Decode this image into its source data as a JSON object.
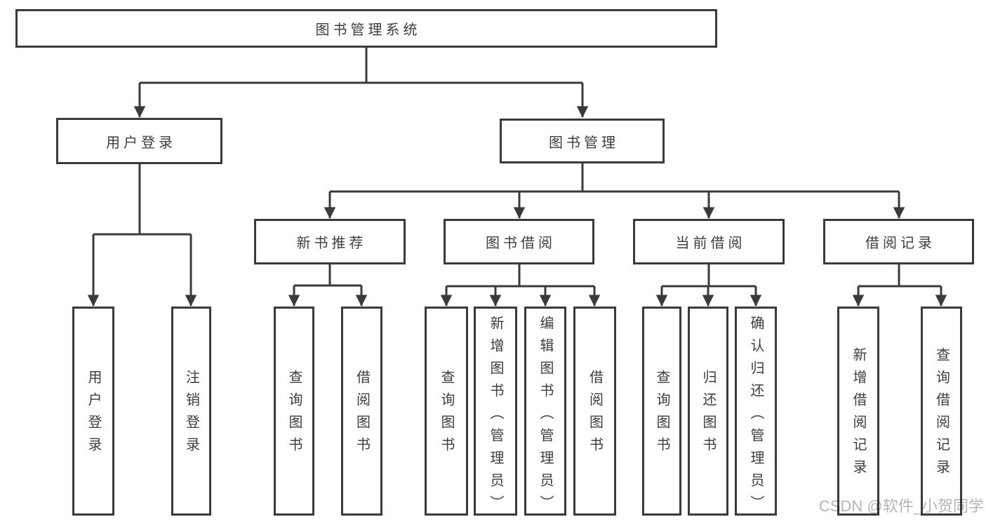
{
  "diagram": {
    "root": {
      "label": "图书管理系统"
    },
    "branches": [
      {
        "label": "用户登录",
        "children": [
          {
            "label": "用户登录"
          },
          {
            "label": "注销登录"
          }
        ]
      },
      {
        "label": "图书管理",
        "children": [
          {
            "label": "新书推荐",
            "children": [
              {
                "label": "查询图书"
              },
              {
                "label": "借阅图书"
              }
            ]
          },
          {
            "label": "图书借阅",
            "children": [
              {
                "label": "查询图书"
              },
              {
                "label": "新增图书（管理员）"
              },
              {
                "label": "编辑图书（管理员）"
              },
              {
                "label": "借阅图书"
              }
            ]
          },
          {
            "label": "当前借阅",
            "children": [
              {
                "label": "查询图书"
              },
              {
                "label": "归还图书"
              },
              {
                "label": "确认归还（管理员）"
              }
            ]
          },
          {
            "label": "借阅记录",
            "children": [
              {
                "label": "新增借阅记录"
              },
              {
                "label": "查询借阅记录"
              }
            ]
          }
        ]
      }
    ],
    "watermark": "CSDN @软件_小贺同学"
  },
  "colors": {
    "line": "#3a3a3a",
    "text": "#3d3d3d",
    "watermark": "#b5b5b5",
    "bg": "#ffffff"
  }
}
